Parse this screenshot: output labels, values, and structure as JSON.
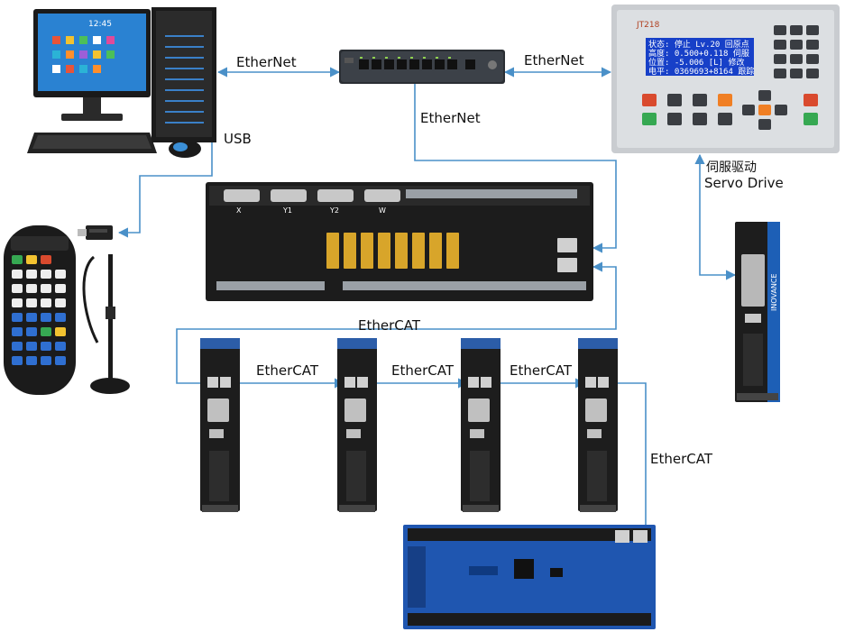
{
  "labels": {
    "ethernet_left": "EtherNet",
    "ethernet_right": "EtherNet",
    "ethernet_down": "EtherNet",
    "usb": "USB",
    "ethercat_top": "EtherCAT",
    "ethercat_1": "EtherCAT",
    "ethercat_2": "EtherCAT",
    "ethercat_3": "EtherCAT",
    "ethercat_4": "EtherCAT",
    "servo_drive_cn": "伺服驱动",
    "servo_drive_en": "Servo Drive"
  },
  "monitor": {
    "clock": "12:45"
  },
  "controller": {
    "model": "JT218",
    "lcd_lines": [
      "状态: 停止  Lv.20  回原点",
      "高度: 0.500+0.118  伺服",
      "位置: -5.006 [L]  修改",
      "电平: 0369693+8164 跟踪"
    ]
  },
  "board_ports": [
    "X",
    "Y1",
    "Y2",
    "W"
  ],
  "servo_brand": "INOVANCE",
  "colors": {
    "wire": "#4a90c8",
    "device_dark": "#1c1c1c",
    "io_board": "#1f56b0"
  }
}
